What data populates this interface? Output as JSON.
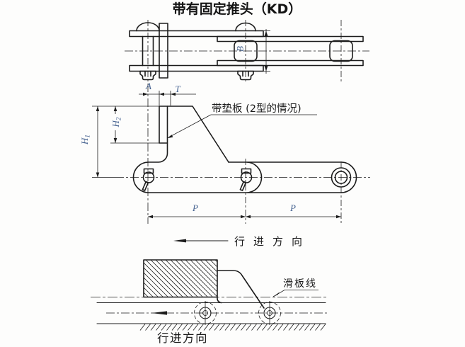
{
  "title": "带有固定推头（KD）",
  "dimensions": {
    "A": "A",
    "T": "T",
    "B": "B",
    "H1": {
      "base": "H",
      "sub": "1"
    },
    "H2": {
      "base": "H",
      "sub": "2"
    },
    "pitch_left": "P",
    "pitch_right": "P"
  },
  "annotations": {
    "pad_note": "带垫板 (2型的情况)",
    "slide_line_label": "滑板线",
    "travel_direction_top": "行进方向",
    "travel_direction_bottom": "行进方向"
  },
  "colors": {
    "line": "#1c1c1c",
    "dim_text": "#44618f",
    "background": "#fdfdfc"
  }
}
